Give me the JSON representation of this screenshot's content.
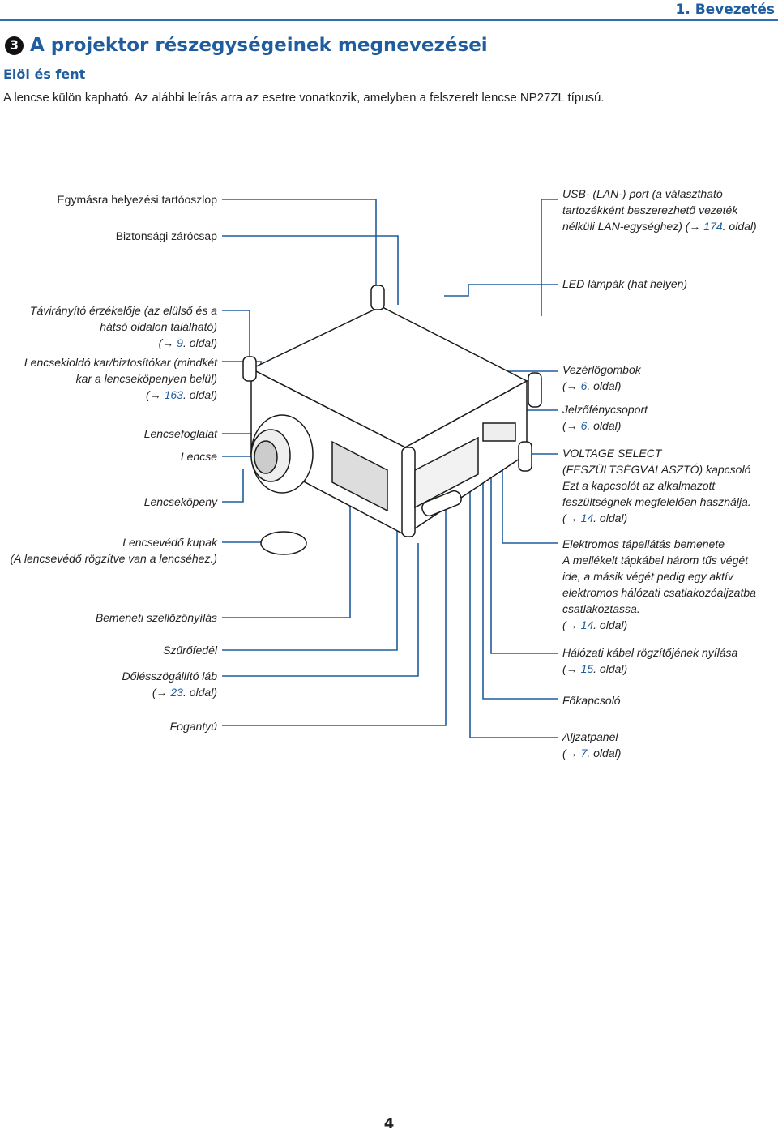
{
  "chapter": "1. Bevezetés",
  "section": {
    "number": "3",
    "title": "A projektor részegységeinek megnevezései"
  },
  "subsection": "Elöl és fent",
  "intro": "A lencse külön kapható. Az alábbi leírás arra az esetre vonatkozik, amelyben a felszerelt lencse NP27ZL típusú.",
  "arrow": "→",
  "left_labels": {
    "stacking_post": "Egymásra helyezési tartóoszlop",
    "security_lock": "Biztonsági zárócsap",
    "remote_sensor": {
      "l1": "Távirányító érzékelője (az elülső és a",
      "l2": "hátsó oldalon található)",
      "page": "9",
      "suffix": ". oldal)"
    },
    "lens_release": {
      "l1": "Lencsekioldó kar/biztosítókar (mindkét",
      "l2": "kar a lencseköpenyen belül)",
      "page": "163",
      "suffix": ". oldal)"
    },
    "lens_mount": "Lencsefoglalat",
    "lens": "Lencse",
    "lens_shroud": "Lencseköpeny",
    "lens_cap": {
      "l1": "Lencsevédő kupak",
      "l2": "(A lencsevédő rögzítve van a lencséhez.)"
    },
    "intake_vent": "Bemeneti szellőzőnyílás",
    "filter_cover": "Szűrőfedél",
    "tilt_foot": {
      "l1": "Dőlésszögállító láb",
      "page": "23",
      "suffix": ". oldal)"
    },
    "handle": "Fogantyú"
  },
  "right_labels": {
    "usb_port": {
      "l1": "USB- (LAN-) port (a választható",
      "l2": "tartozékként beszerezhető vezeték",
      "l3": "nélküli LAN-egységhez) (",
      "page": "174",
      "suffix": ". oldal)"
    },
    "led_lamps": "LED lámpák (hat helyen)",
    "controls": {
      "l1": "Vezérlőgombok",
      "page": "6",
      "suffix": ". oldal)"
    },
    "indicators": {
      "l1": "Jelzőfénycsoport",
      "page": "6",
      "suffix": ". oldal)"
    },
    "voltage_select": {
      "l1": "VOLTAGE SELECT",
      "l2": "(FESZÜLTSÉGVÁLASZTÓ) kapcsoló",
      "l3": "Ezt a kapcsolót az alkalmazott",
      "l4": "feszültségnek megfelelően használja.",
      "page": "14",
      "suffix": ". oldal)"
    },
    "ac_input": {
      "l1": "Elektromos tápellátás bemenete",
      "l2": "A mellékelt tápkábel három tűs végét",
      "l3": "ide, a másik végét pedig egy aktív",
      "l4": "elektromos hálózati csatlakozóaljzatba",
      "l5": "csatlakoztassa.",
      "page": "14",
      "suffix": ". oldal)"
    },
    "cable_hole": {
      "l1": "Hálózati kábel rögzítőjének nyílása",
      "page": "15",
      "suffix": ". oldal)"
    },
    "main_switch": "Főkapcsoló",
    "terminal_panel": {
      "l1": "Aljzatpanel",
      "page": "7",
      "suffix": ". oldal)"
    }
  },
  "page_number": "4"
}
